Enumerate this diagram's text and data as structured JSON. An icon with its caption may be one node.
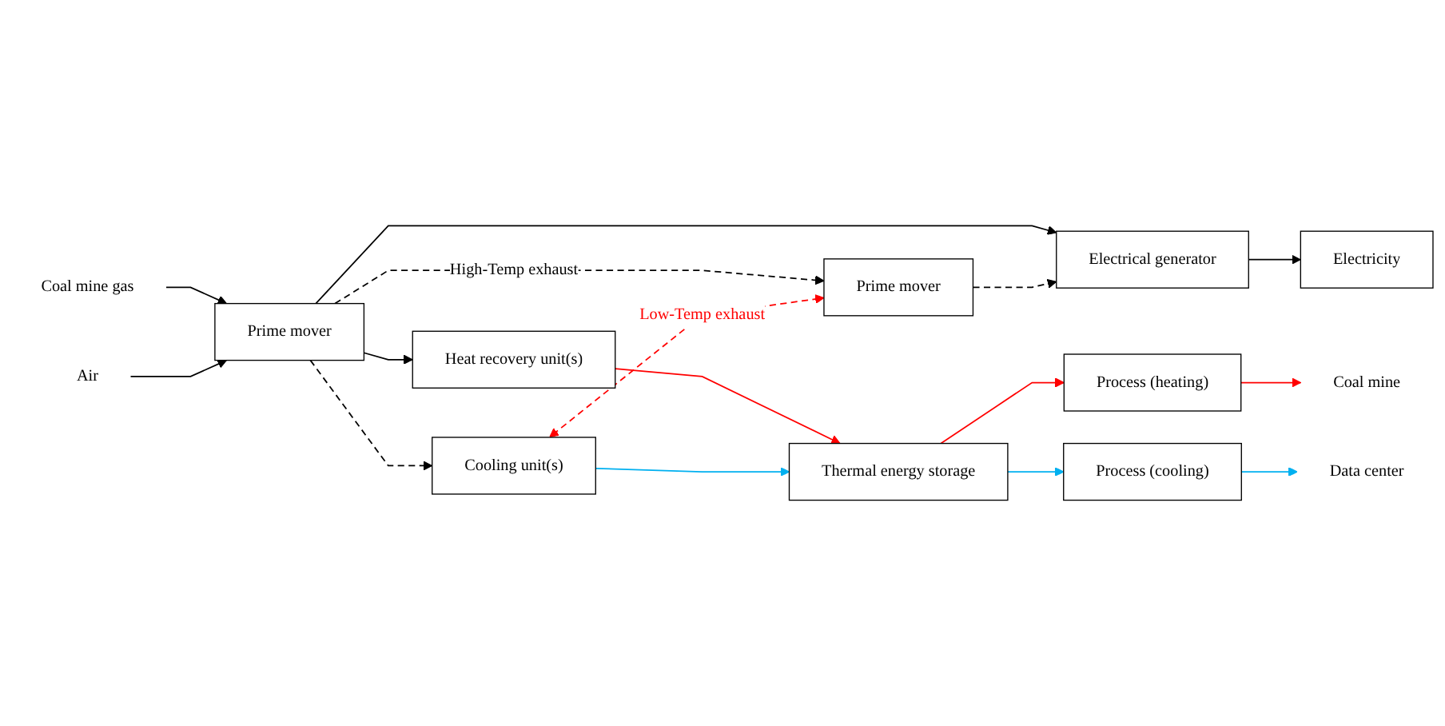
{
  "diagram": {
    "nodes": [
      {
        "text": [
          "Coal mine gas"
        ]
      },
      {
        "text": [
          "Air"
        ]
      },
      {
        "text": [
          "Prime mover"
        ]
      },
      {
        "text": [
          "Electrical generator"
        ]
      },
      {
        "text": [
          "Electricity"
        ]
      },
      {
        "text": [
          "Prime mover"
        ]
      },
      {
        "text": [
          "Heat recovery unit(s)"
        ]
      },
      {
        "text": [
          "Cooling unit(s)"
        ]
      },
      {
        "text": [
          "Thermal energy storage"
        ]
      },
      {
        "text": [
          "Process (heating)"
        ]
      },
      {
        "text": [
          "Process (cooling)"
        ]
      },
      {
        "text": [
          "Coal mine"
        ]
      },
      {
        "text": [
          "Data center"
        ]
      }
    ],
    "edges": [
      {
        "from": 0,
        "to": 2,
        "arrow": "to"
      },
      {
        "from": 1,
        "to": 2,
        "arrow": "to"
      },
      {
        "from": 2,
        "to": 3,
        "arrow": "to"
      },
      {
        "from": 3,
        "to": 4,
        "arrow": "to"
      },
      {
        "from": 2,
        "to": 5,
        "arrow": "to",
        "style": "dashed",
        "label": "High-Temp exhaust"
      },
      {
        "from": 5,
        "to": 3,
        "arrow": "to",
        "style": "dashed"
      },
      {
        "from": 2,
        "to": 6,
        "arrow": "to"
      },
      {
        "from": 2,
        "to": 7,
        "arrow": "to",
        "style": "dashed"
      },
      {
        "from": 7,
        "to": 5,
        "arrow": "both",
        "style": "dashed",
        "color": "#ff0000",
        "label": "Low-Temp exhaust"
      },
      {
        "from": 6,
        "to": 8,
        "arrow": "to",
        "color": "#ff0000"
      },
      {
        "from": 7,
        "to": 8,
        "arrow": "to",
        "color": "#00b0f0"
      },
      {
        "from": 8,
        "to": 9,
        "arrow": "to",
        "color": "#ff0000"
      },
      {
        "from": 8,
        "to": 10,
        "arrow": "to",
        "color": "#00b0f0"
      },
      {
        "from": 9,
        "to": 11,
        "arrow": "to",
        "color": "#ff0000"
      },
      {
        "from": 10,
        "to": 12,
        "arrow": "to",
        "color": "#00b0f0"
      }
    ]
  }
}
